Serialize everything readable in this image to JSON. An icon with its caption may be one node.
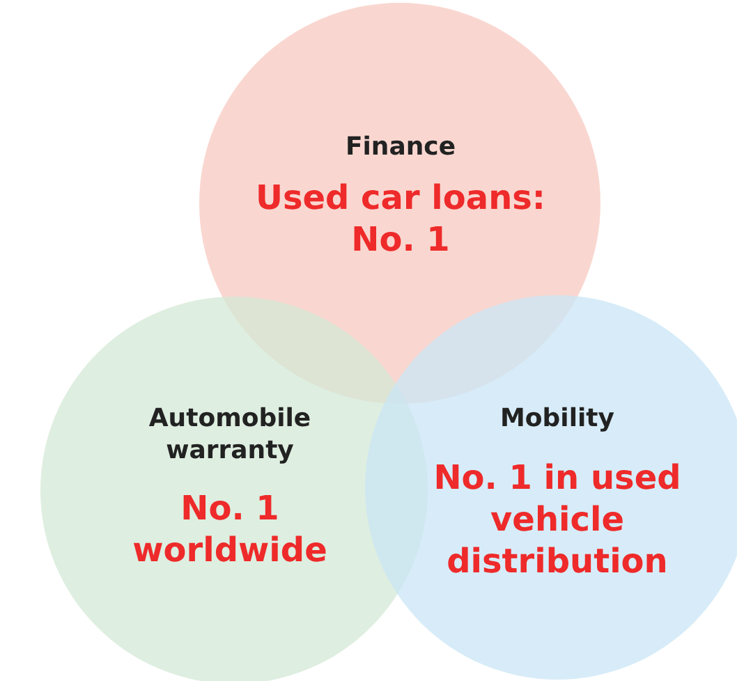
{
  "diagram": {
    "nodes": [
      {
        "text": [
          "Finance",
          "Used car loans: No. 1"
        ]
      },
      {
        "text": [
          "Automobile warranty",
          "No. 1 worldwide"
        ]
      },
      {
        "text": [
          "Mobility",
          "No. 1 in used vehicle distribution"
        ]
      }
    ]
  }
}
